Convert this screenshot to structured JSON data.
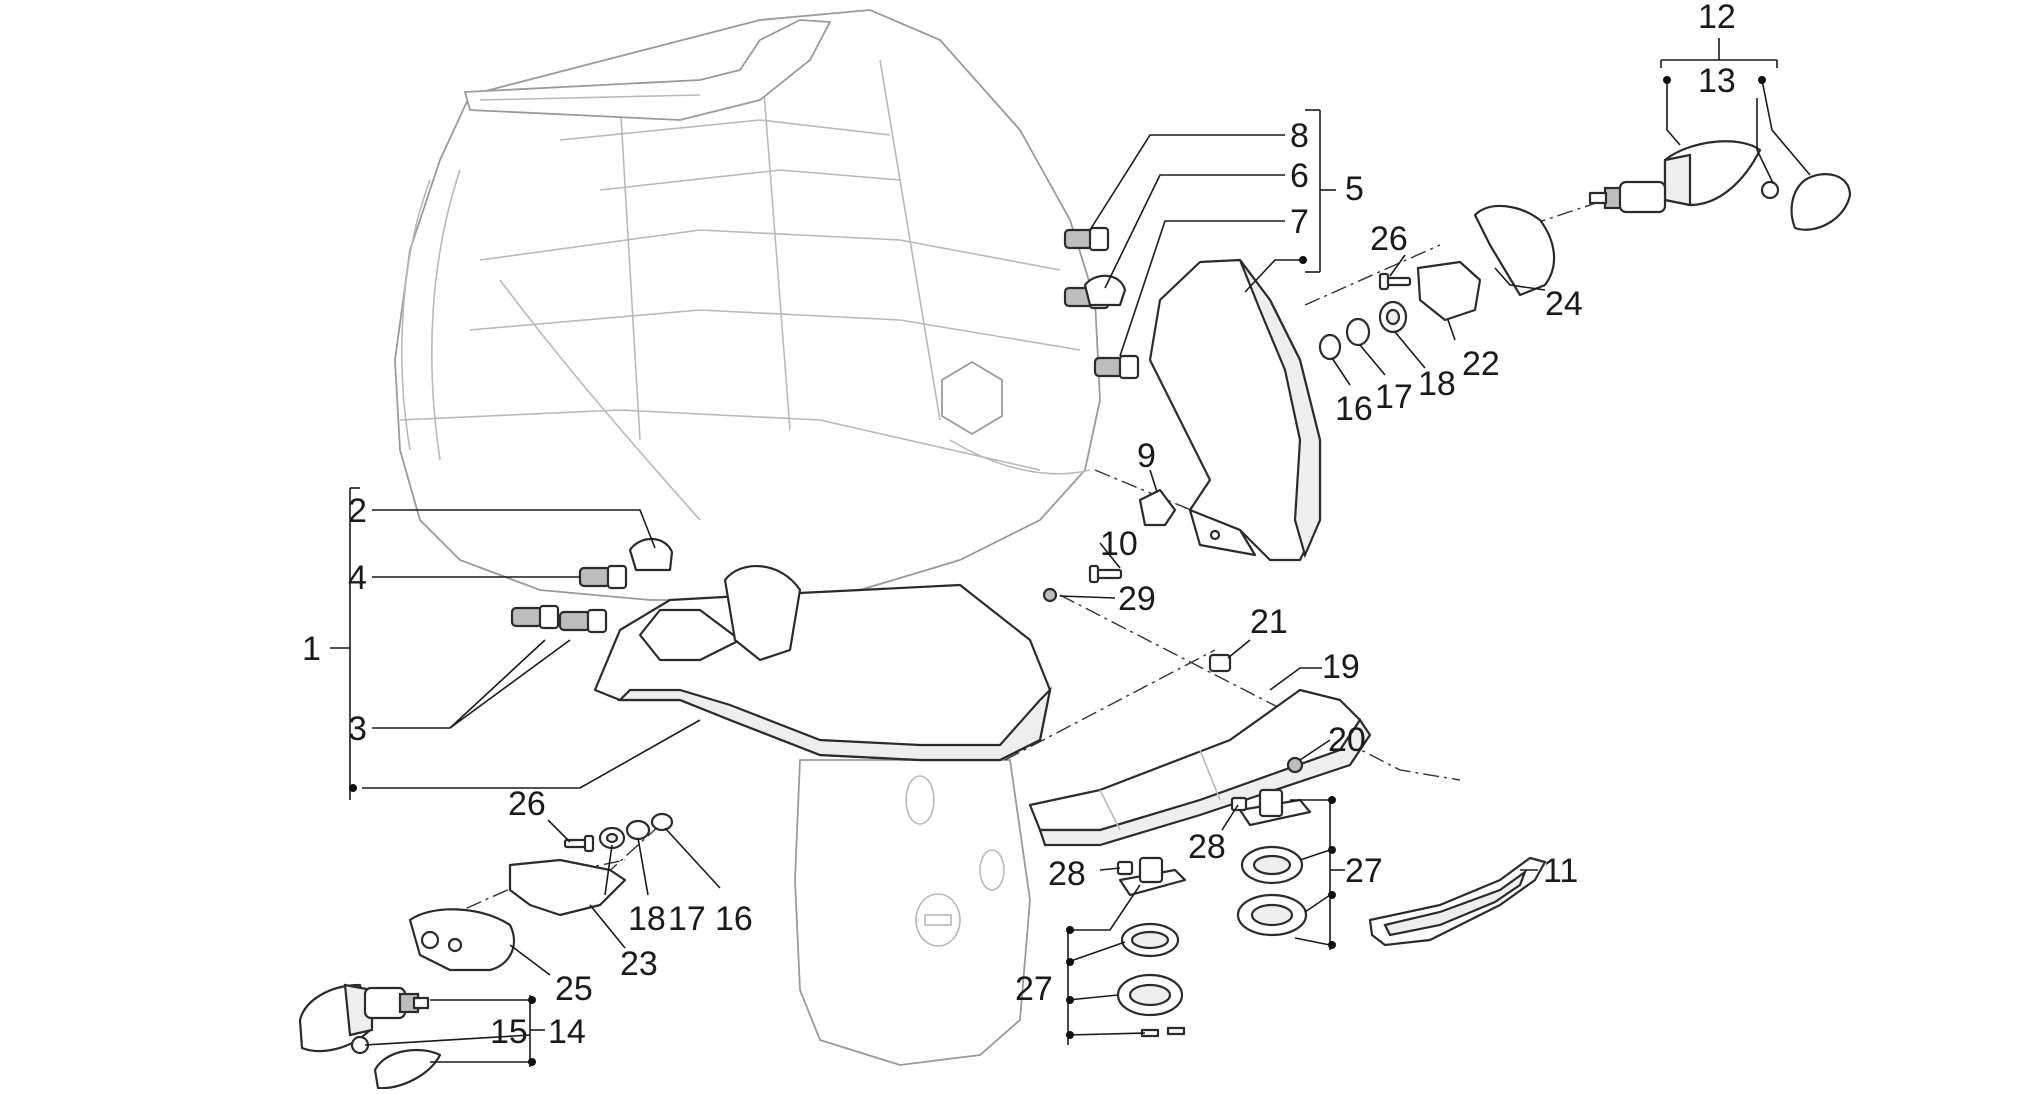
{
  "callouts": {
    "c1": "1",
    "c2": "2",
    "c3": "3",
    "c4": "4",
    "c5": "5",
    "c6": "6",
    "c7": "7",
    "c8": "8",
    "c9": "9",
    "c10": "10",
    "c11": "11",
    "c12": "12",
    "c13": "13",
    "c14": "14",
    "c15": "15",
    "c16a": "16",
    "c16b": "16",
    "c17a": "17",
    "c17b": "17",
    "c18a": "18",
    "c18b": "18",
    "c19": "19",
    "c20": "20",
    "c21": "21",
    "c22": "22",
    "c23": "23",
    "c24": "24",
    "c25": "25",
    "c26a": "26",
    "c26b": "26",
    "c27a": "27",
    "c27b": "27",
    "c28a": "28",
    "c28b": "28",
    "c29": "29"
  },
  "colors": {
    "line": "#1a1a1a",
    "body": "#b9b9b9",
    "background": "#ffffff"
  }
}
